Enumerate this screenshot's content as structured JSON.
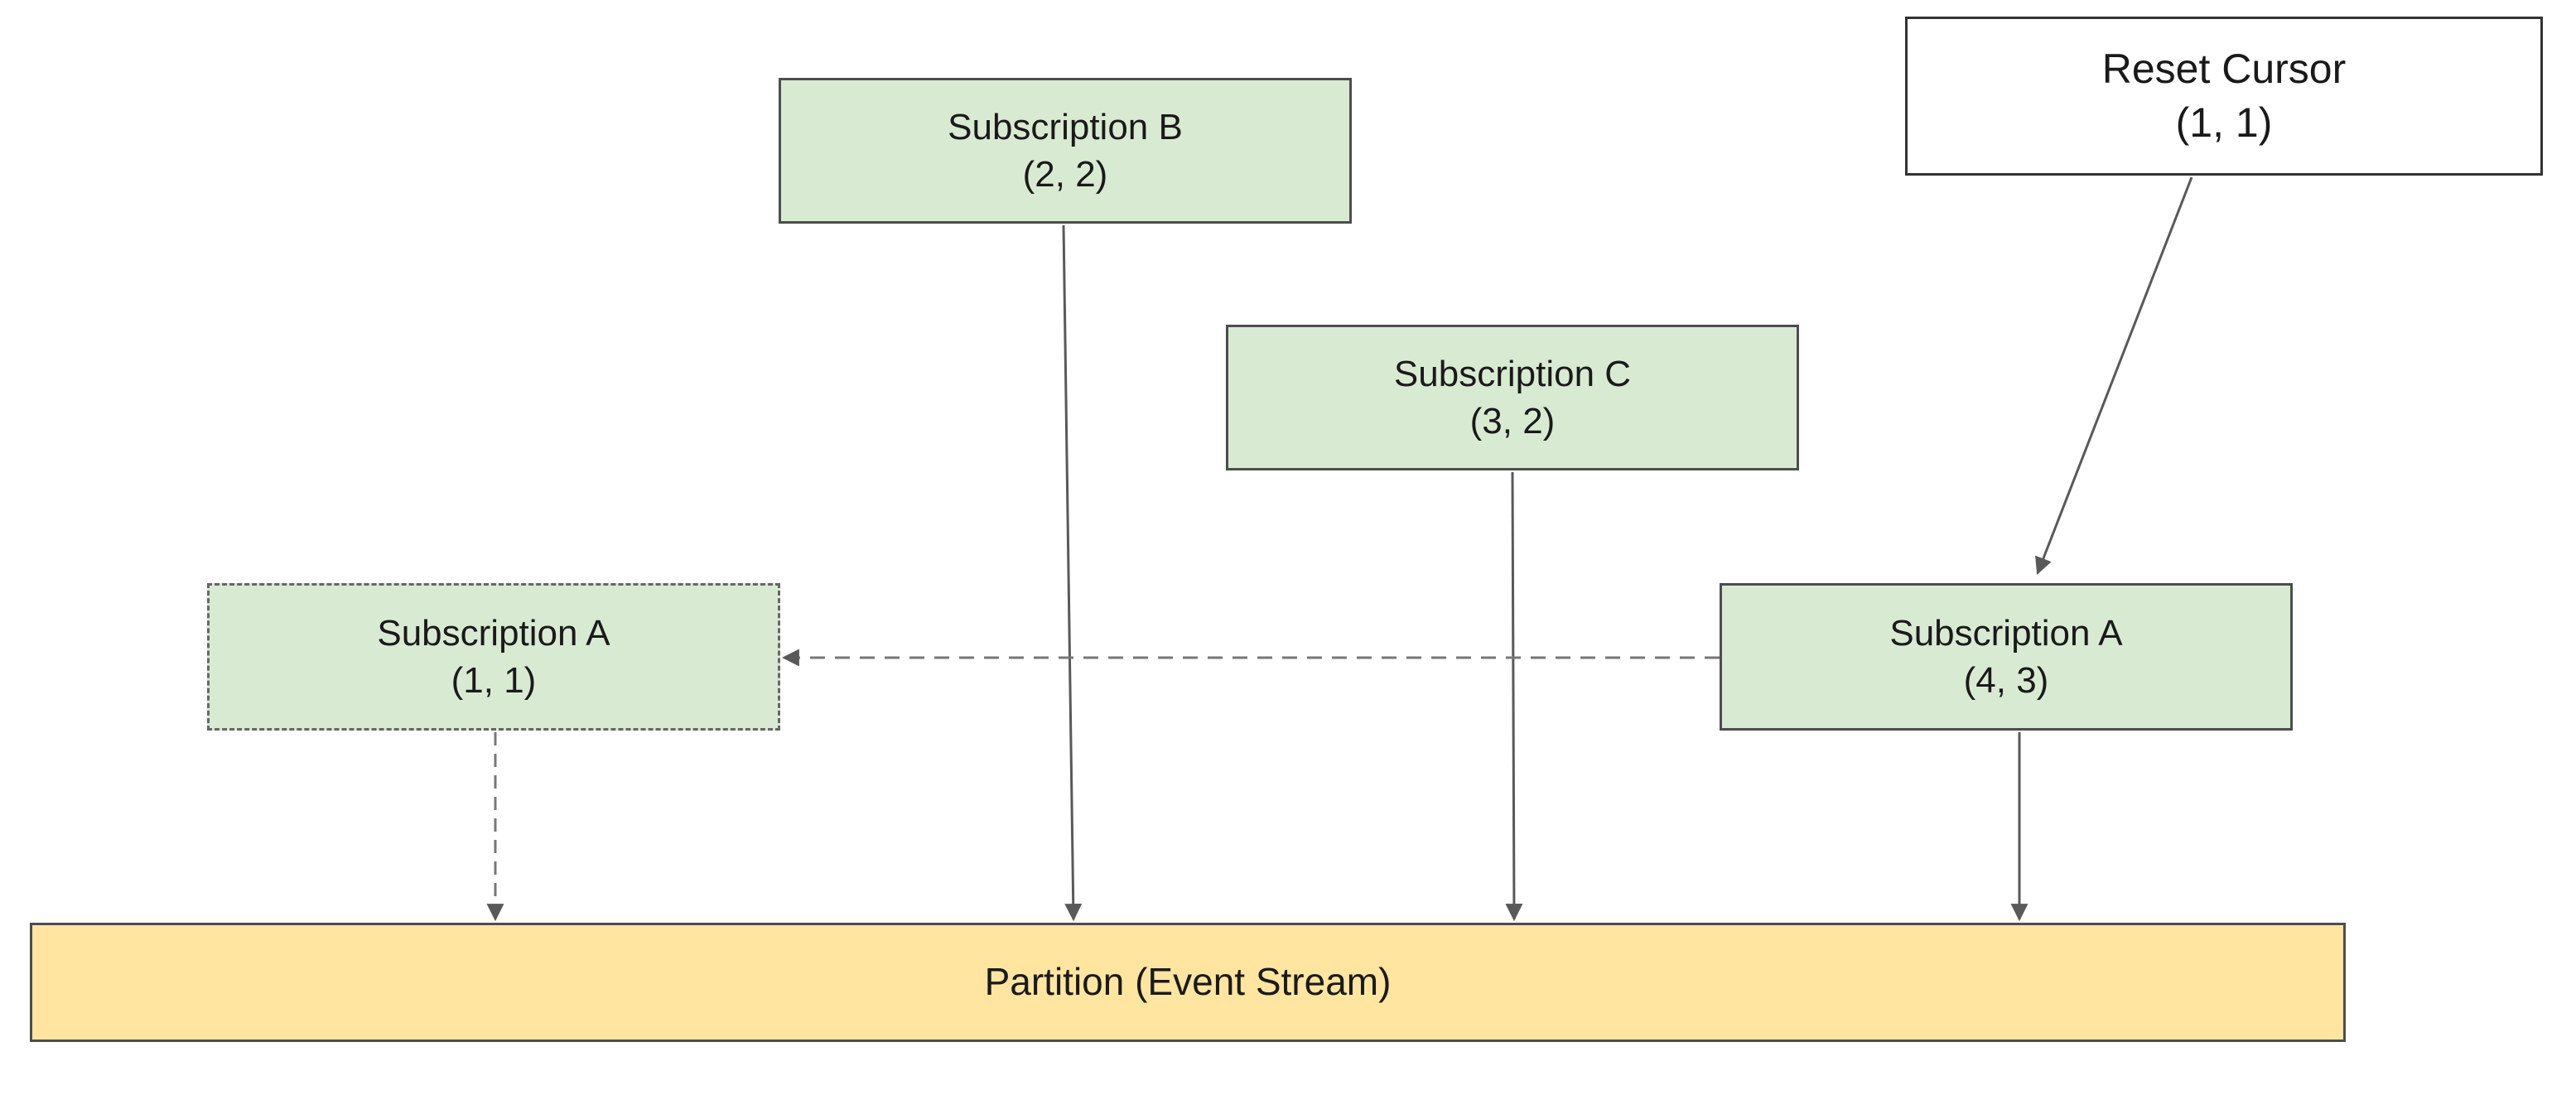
{
  "diagram": {
    "reset_cursor": {
      "title": "Reset Cursor",
      "position": "(1, 1)"
    },
    "subscription_b": {
      "title": "Subscription B",
      "position": "(2, 2)"
    },
    "subscription_c": {
      "title": "Subscription C",
      "position": "(3, 2)"
    },
    "subscription_a_old": {
      "title": "Subscription A",
      "position": "(1, 1)"
    },
    "subscription_a_new": {
      "title": "Subscription A",
      "position": "(4, 3)"
    },
    "partition": {
      "label": "Partition (Event Stream)"
    }
  },
  "colors": {
    "subscription_fill": "#d9ead3",
    "partition_fill": "#ffe5a0",
    "border": "#4d4d4d",
    "arrow": "#595959"
  }
}
